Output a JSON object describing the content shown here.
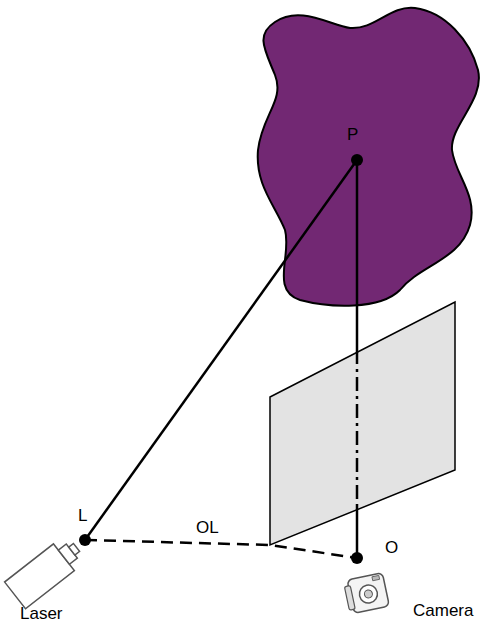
{
  "diagram": {
    "labels": [
      "P",
      "L",
      "OL",
      "O",
      "Laser",
      "Camera"
    ]
  }
}
